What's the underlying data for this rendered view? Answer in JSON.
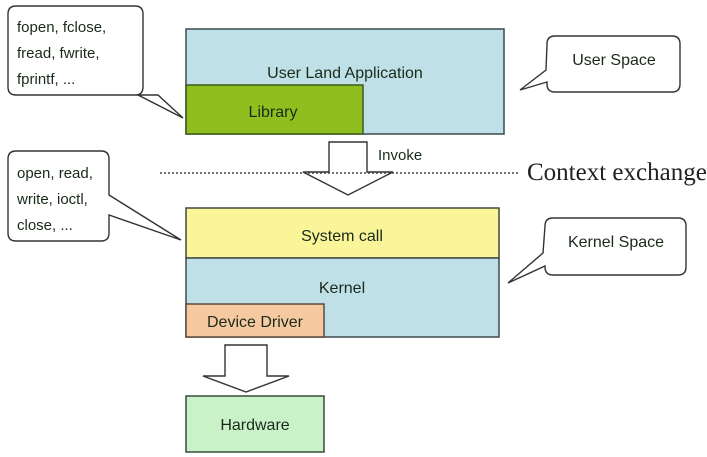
{
  "callouts": {
    "libc": {
      "lines": [
        "fopen, fclose,",
        "fread, fwrite,",
        "fprintf, ..."
      ]
    },
    "syscalls": {
      "lines": [
        "open, read,",
        "write, ioctl,",
        "close, ..."
      ]
    },
    "user_space": "User Space",
    "kernel_space": "Kernel Space"
  },
  "blocks": {
    "user_app": {
      "label": "User Land Application",
      "color": "#bfe0e6"
    },
    "library": {
      "label": "Library",
      "color": "#8fbf1f"
    },
    "system_call": {
      "label": "System call",
      "color": "#fbf59a"
    },
    "kernel": {
      "label": "Kernel",
      "color": "#bfe0e6"
    },
    "device_driver": {
      "label": "Device Driver",
      "color": "#f7c9a0"
    },
    "hardware": {
      "label": "Hardware",
      "color": "#c9f2c9"
    }
  },
  "arrows": {
    "invoke": "Invoke"
  },
  "boundary": {
    "label": "Context exchange"
  }
}
